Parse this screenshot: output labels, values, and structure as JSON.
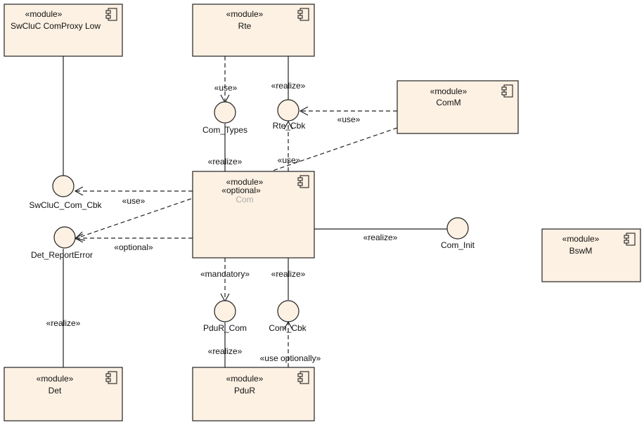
{
  "modules": {
    "swcluc": {
      "stereotype": "«module»",
      "name": "SwCluC ComProxy Low"
    },
    "rte": {
      "stereotype": "«module»",
      "name": "Rte"
    },
    "comm": {
      "stereotype": "«module»",
      "name": "ComM"
    },
    "com": {
      "stereotype": "«module»",
      "optional": "«optional»",
      "name": "Com"
    },
    "bswm": {
      "stereotype": "«module»",
      "name": "BswM"
    },
    "det": {
      "stereotype": "«module»",
      "name": "Det"
    },
    "pdur": {
      "stereotype": "«module»",
      "name": "PduR"
    }
  },
  "interfaces": {
    "com_types": "Com_Types",
    "rte_cbk": "Rte_Cbk",
    "swcluc_com_cbk": "SwCluC_Com_Cbk",
    "det_reporterror": "Det_ReportError",
    "com_init": "Com_Init",
    "pdur_com": "PduR_Com",
    "com_cbk": "Com_Cbk"
  },
  "connectors": {
    "rte_use": "«use»",
    "rte_realize": "«realize»",
    "comm_use": "«use»",
    "com_realize_types": "«realize»",
    "com_use_rte": "«use»",
    "com_use_swcluc": "«use»",
    "com_optional_det": "«optional»",
    "com_realize_init": "«realize»",
    "com_mandatory": "«mandatory»",
    "com_realize_cbk": "«realize»",
    "det_realize": "«realize»",
    "pdur_realize": "«realize»",
    "pdur_use_optionally": "«use optionally»"
  }
}
